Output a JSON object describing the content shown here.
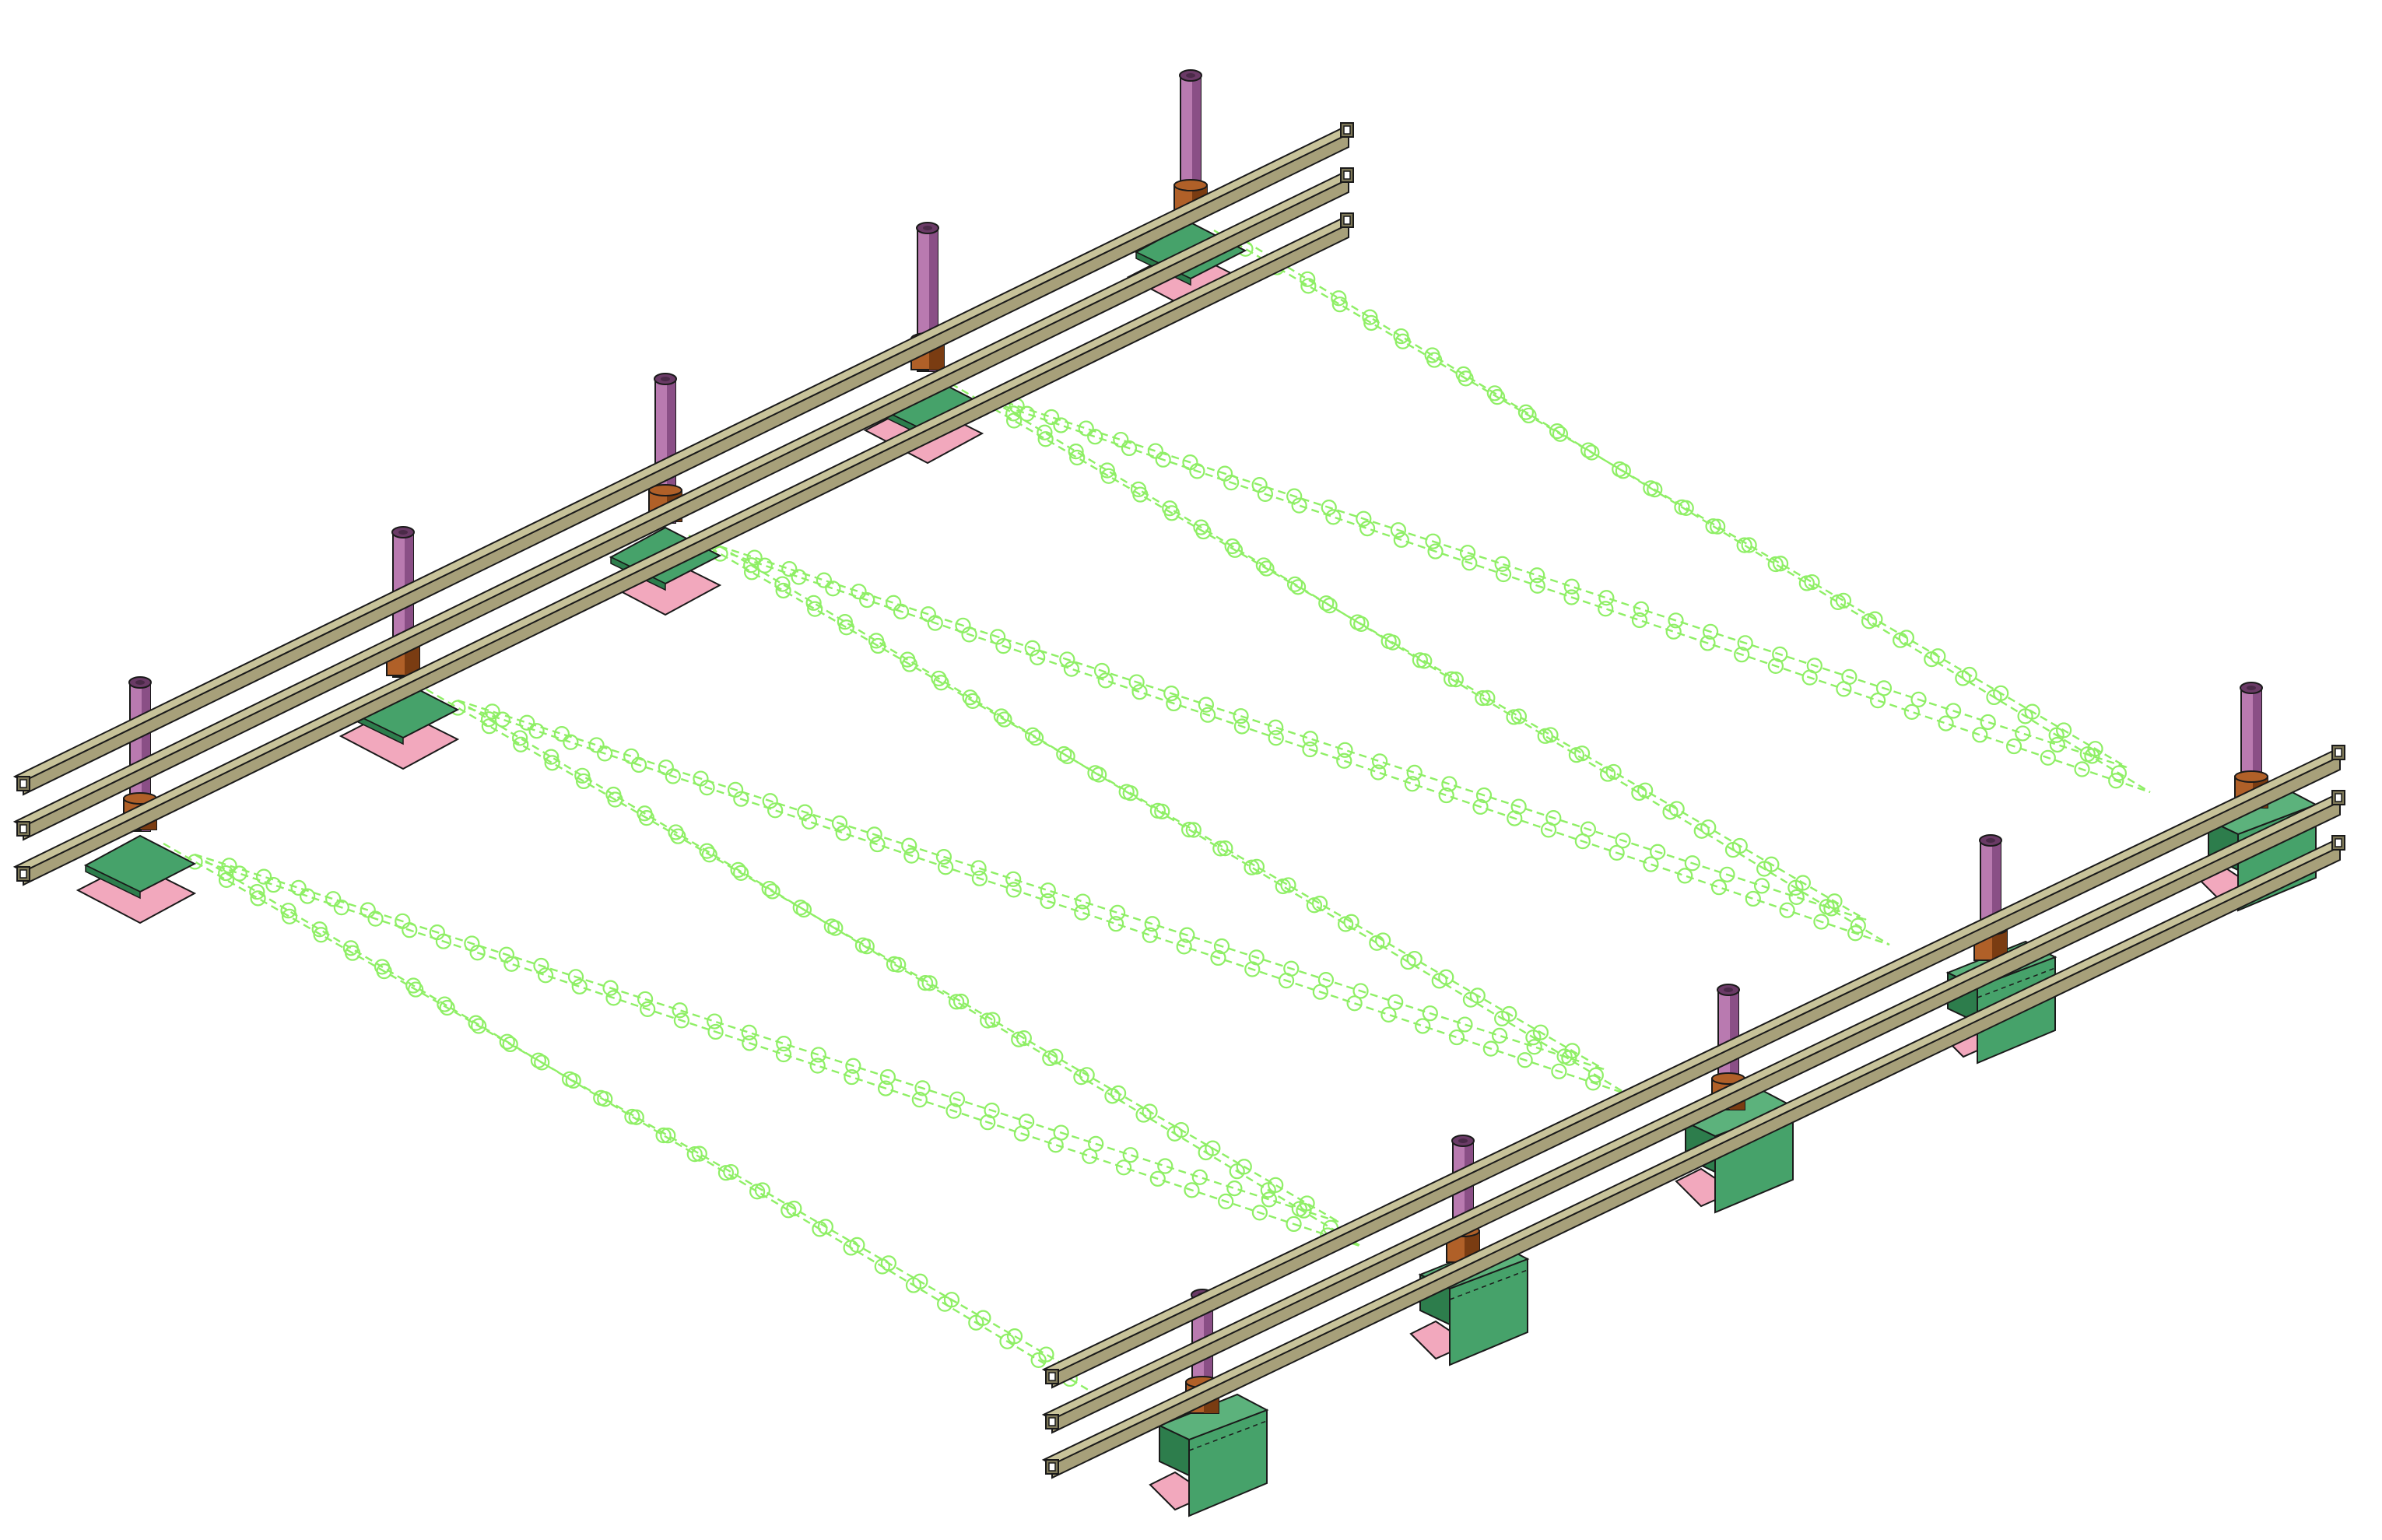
{
  "diagram": {
    "view": "isometric",
    "rail_runs": 2,
    "rails_per_run": 3,
    "posts_per_run": 5,
    "cable_pairs_per_bay": 2
  },
  "colors": {
    "background": "#ffffff",
    "rail_top": "#c8c39a",
    "rail_side": "#a7a07a",
    "rail_end": "#7e7858",
    "post_light": "#b97ab0",
    "post_dark": "#8a4f86",
    "post_cap": "#6a3a66",
    "collar_light": "#b06028",
    "collar_dark": "#7a3c12",
    "plate_green": "#46a26a",
    "plate_green_dark": "#2d7d4c",
    "plate_pink": "#f2a8bd",
    "cable": "#8fef66",
    "outline": "#1a1a1a"
  }
}
